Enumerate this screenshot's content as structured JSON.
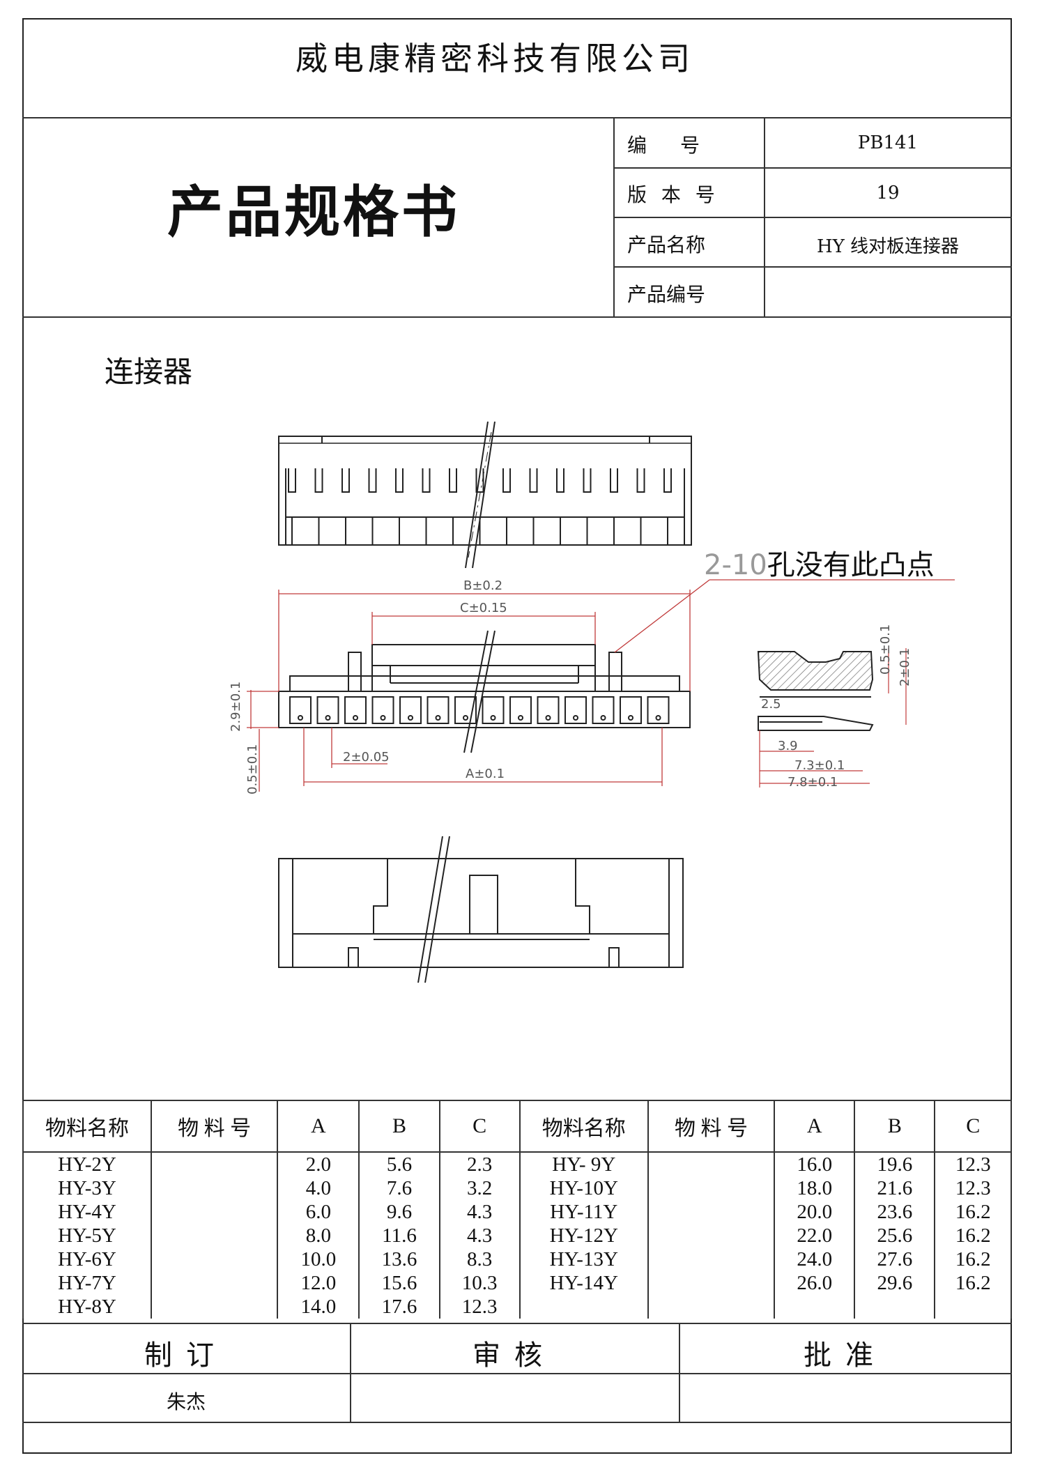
{
  "header": {
    "company": "威电康精密科技有限公司",
    "doc_title": "产品规格书",
    "fields": [
      {
        "label": "编　号",
        "value": "PB141"
      },
      {
        "label": "版 本 号",
        "value": "19"
      },
      {
        "label": "产品名称",
        "value": "HY 线对板连接器"
      },
      {
        "label": "产品编号",
        "value": ""
      }
    ]
  },
  "drawing": {
    "section_title": "连接器",
    "note_prefix": "2-10",
    "note_text": "孔没有此凸点",
    "dims": {
      "B": "B±0.2",
      "C": "C±0.15",
      "pitch": "2±0.05",
      "A": "A±0.1",
      "h1": "2.9±0.1",
      "h2": "0.5±0.1",
      "s1": "0.5±0.1",
      "s2": "2±0.1",
      "s3": "2.5",
      "s4": "3.9",
      "s5": "7.3±0.1",
      "s6": "7.8±0.1"
    }
  },
  "table": {
    "headers": [
      "物料名称",
      "物 料 号",
      "A",
      "B",
      "C",
      "物料名称",
      "物 料 号",
      "A",
      "B",
      "C"
    ],
    "rows": [
      [
        "HY-2Y",
        "",
        "2.0",
        "5.6",
        "2.3",
        "HY- 9Y",
        "",
        "16.0",
        "19.6",
        "12.3"
      ],
      [
        "HY-3Y",
        "",
        "4.0",
        "7.6",
        "3.2",
        "HY-10Y",
        "",
        "18.0",
        "21.6",
        "12.3"
      ],
      [
        "HY-4Y",
        "",
        "6.0",
        "9.6",
        "4.3",
        "HY-11Y",
        "",
        "20.0",
        "23.6",
        "16.2"
      ],
      [
        "HY-5Y",
        "",
        "8.0",
        "11.6",
        "4.3",
        "HY-12Y",
        "",
        "22.0",
        "25.6",
        "16.2"
      ],
      [
        "HY-6Y",
        "",
        "10.0",
        "13.6",
        "8.3",
        "HY-13Y",
        "",
        "24.0",
        "27.6",
        "16.2"
      ],
      [
        "HY-7Y",
        "",
        "12.0",
        "15.6",
        "10.3",
        "HY-14Y",
        "",
        "26.0",
        "29.6",
        "16.2"
      ],
      [
        "HY-8Y",
        "",
        "14.0",
        "17.6",
        "12.3",
        "",
        "",
        "",
        "",
        ""
      ]
    ]
  },
  "signoff": {
    "headers": [
      "制订",
      "审核",
      "批准"
    ],
    "values": [
      "朱杰",
      "",
      ""
    ]
  }
}
